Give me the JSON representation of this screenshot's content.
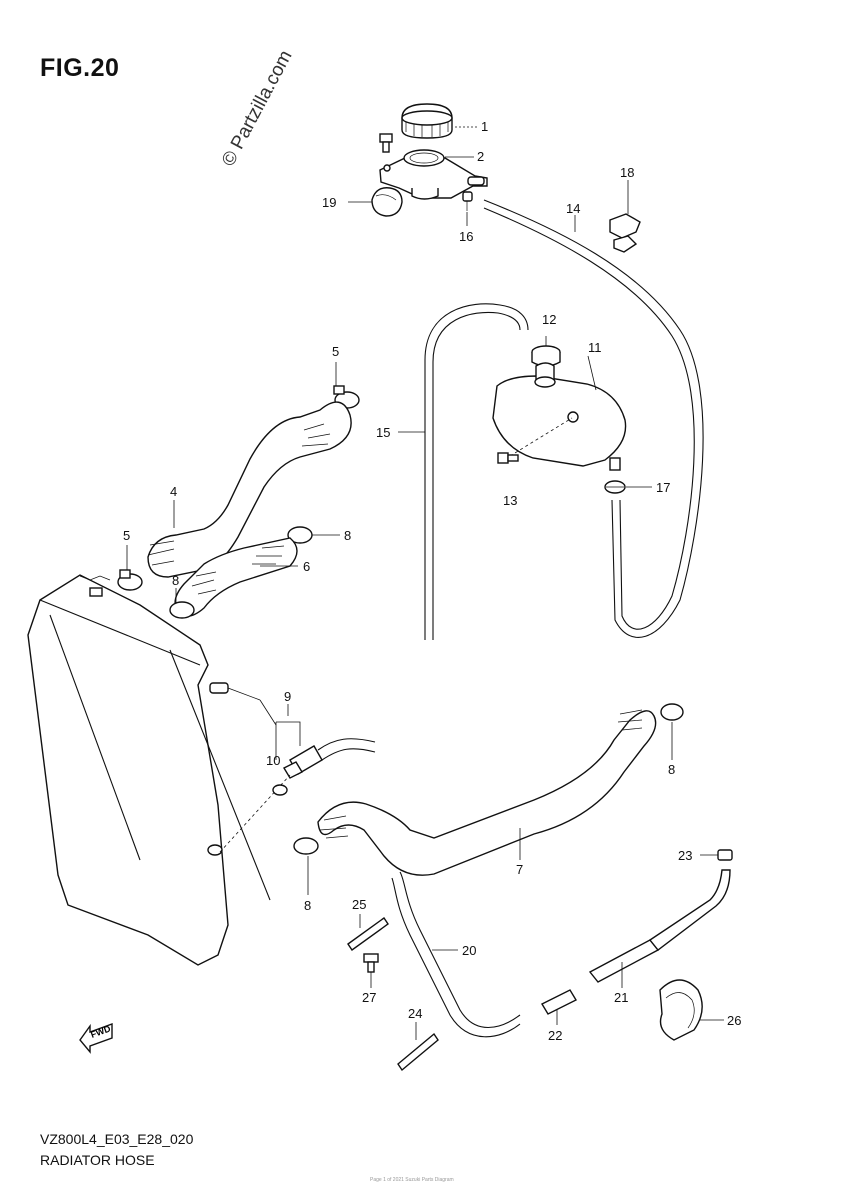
{
  "header": {
    "figure_title": "FIG.20"
  },
  "watermark": {
    "text": "© Partzilla.com"
  },
  "footer": {
    "diagram_code": "VZ800L4_E03_E28_020",
    "caption": "RADIATOR HOSE",
    "fine_print": "Page 1 of 2021 Suzuki Parts Diagram"
  },
  "fwd_label": "FWD",
  "callouts": [
    {
      "id": "c1",
      "label": "1"
    },
    {
      "id": "c2",
      "label": "2"
    },
    {
      "id": "c18",
      "label": "18"
    },
    {
      "id": "c19",
      "label": "19"
    },
    {
      "id": "c16",
      "label": "16"
    },
    {
      "id": "c14",
      "label": "14"
    },
    {
      "id": "c12",
      "label": "12"
    },
    {
      "id": "c11",
      "label": "11"
    },
    {
      "id": "c5a",
      "label": "5"
    },
    {
      "id": "c15",
      "label": "15"
    },
    {
      "id": "c17",
      "label": "17"
    },
    {
      "id": "c13",
      "label": "13"
    },
    {
      "id": "c4",
      "label": "4"
    },
    {
      "id": "c5b",
      "label": "5"
    },
    {
      "id": "c8a",
      "label": "8"
    },
    {
      "id": "c6",
      "label": "6"
    },
    {
      "id": "c8b",
      "label": "8"
    },
    {
      "id": "c9",
      "label": "9"
    },
    {
      "id": "c10",
      "label": "10"
    },
    {
      "id": "c8c",
      "label": "8"
    },
    {
      "id": "c7",
      "label": "7"
    },
    {
      "id": "c8d",
      "label": "8"
    },
    {
      "id": "c23",
      "label": "23"
    },
    {
      "id": "c25",
      "label": "25"
    },
    {
      "id": "c20",
      "label": "20"
    },
    {
      "id": "c27",
      "label": "27"
    },
    {
      "id": "c21",
      "label": "21"
    },
    {
      "id": "c26",
      "label": "26"
    },
    {
      "id": "c24",
      "label": "24"
    },
    {
      "id": "c22",
      "label": "22"
    }
  ]
}
